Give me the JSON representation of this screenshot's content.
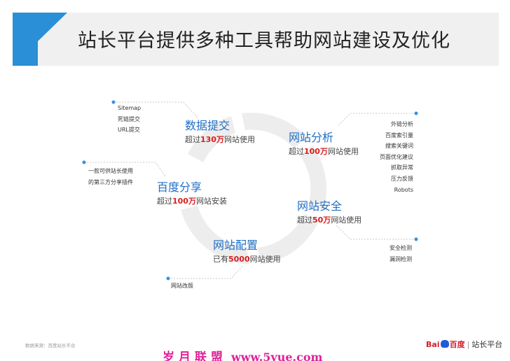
{
  "title": "站长平台提供多种工具帮助网站建设及优化",
  "features": {
    "submit": {
      "title": "数据提交",
      "pre": "超过",
      "num": "130万",
      "post": "网站使用"
    },
    "analysis": {
      "title": "网站分析",
      "pre": "超过",
      "num": "100万",
      "post": "网站使用"
    },
    "share": {
      "title": "百度分享",
      "pre": "超过",
      "num": "100万",
      "post": "网站安装"
    },
    "security": {
      "title": "网站安全",
      "pre": "超过",
      "num": "50万",
      "post": "网站使用"
    },
    "config": {
      "title": "网站配置",
      "pre": "已有",
      "num": "5000",
      "post": "网站使用"
    }
  },
  "notes": {
    "submit": [
      "Sitemap",
      "死链提交",
      "URL提交"
    ],
    "analysis": [
      "外链分析",
      "百度索引量",
      "搜索关键词",
      "页面优化建议",
      "抓取异常",
      "压力反馈",
      "Robots"
    ],
    "share": [
      "一款可供站长使用",
      "的第三方分享插件"
    ],
    "security": [
      "安全检测",
      "漏洞检测"
    ],
    "config": [
      "网站改版"
    ]
  },
  "footer_note": "数据来源：百度站长平台",
  "logo": {
    "bai": "Bai",
    "du": "百度",
    "sep": "|",
    "name": "站长平台"
  },
  "watermark": {
    "text": "岁月联盟",
    "url": "www.5yue.com"
  },
  "colors": {
    "accent": "#2a8fd6",
    "title_blue": "#1f6fc4",
    "highlight": "#d62020",
    "ring": "#ededed",
    "watermark": "#e0209a"
  }
}
